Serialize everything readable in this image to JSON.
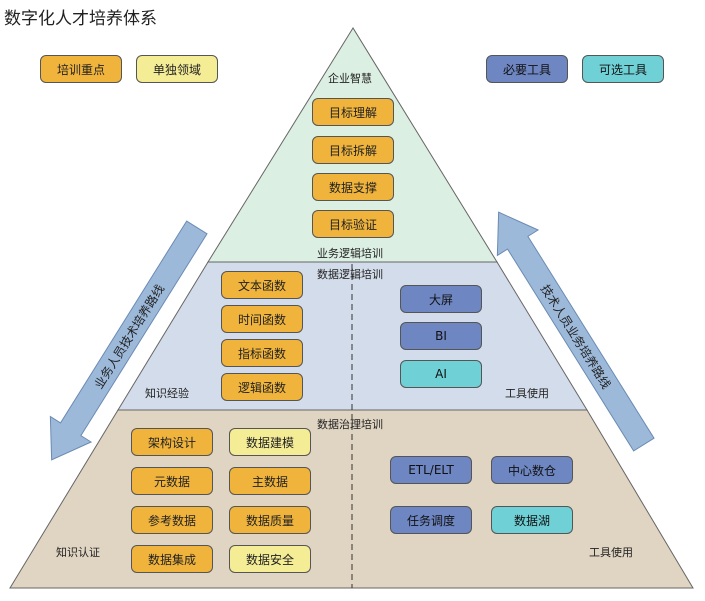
{
  "title": "数字化人才培养体系",
  "legend": {
    "training_focus": "培训重点",
    "separate_domain": "单独领域",
    "required_tool": "必要工具",
    "optional_tool": "可选工具"
  },
  "top": {
    "apex_label": "企业智慧",
    "items": [
      "目标理解",
      "目标拆解",
      "数据支撑",
      "目标验证"
    ],
    "bottom_label": "业务逻辑培训"
  },
  "middle": {
    "top_label": "数据逻辑培训",
    "items": [
      "文本函数",
      "时间函数",
      "指标函数",
      "逻辑函数"
    ],
    "left_label": "知识经验",
    "tools": [
      "大屏",
      "BI",
      "AI"
    ],
    "right_label": "工具使用"
  },
  "bottom": {
    "top_label": "数据治理培训",
    "left_col": [
      "架构设计",
      "元数据",
      "参考数据",
      "数据集成"
    ],
    "right_col": [
      "数据建模",
      "主数据",
      "数据质量",
      "数据安全"
    ],
    "left_label": "知识认证",
    "tools_row1": [
      "ETL/ELT",
      "中心数仓"
    ],
    "tools_row2": [
      "任务调度",
      "数据湖"
    ],
    "right_label": "工具使用"
  },
  "arrows": {
    "left": "业务人员技术培养路线",
    "right": "技术人员业务培养路线"
  },
  "colors": {
    "orange": "#f0b43c",
    "yellow": "#f5ec96",
    "blue": "#6e86c2",
    "cyan": "#6fd0d6",
    "top_fill": "#dcefe3",
    "mid_fill": "#d3dcea",
    "bottom_fill": "#e0d4c2",
    "arrow_fill": "#9db9da"
  }
}
